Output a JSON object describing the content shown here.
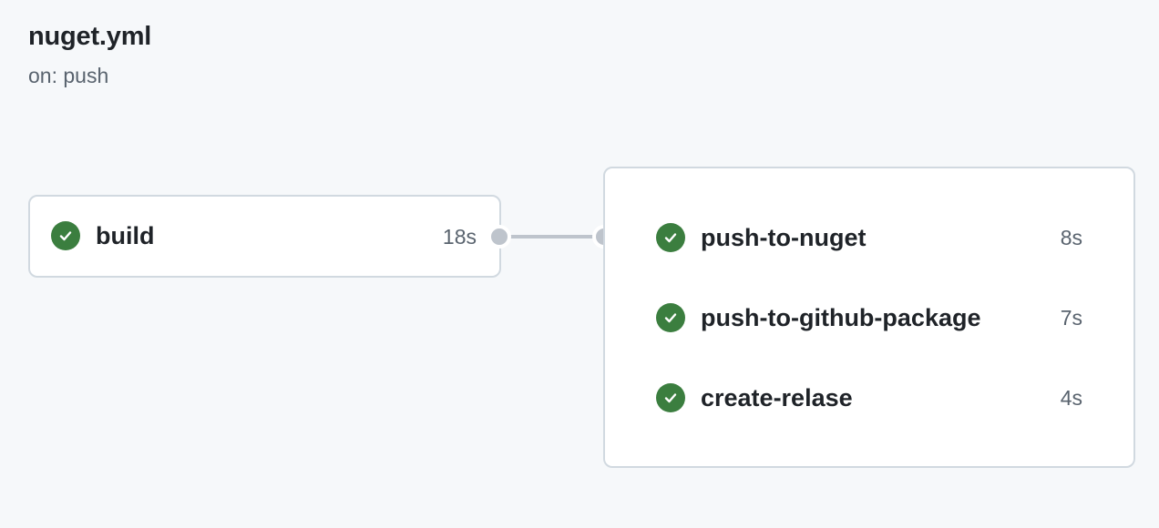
{
  "workflow": {
    "file_name": "nuget.yml",
    "trigger": "on: push"
  },
  "jobs": {
    "build": {
      "name": "build",
      "duration": "18s",
      "status": "success"
    },
    "downstream": [
      {
        "name": "push-to-nuget",
        "duration": "8s",
        "status": "success"
      },
      {
        "name": "push-to-github-package",
        "duration": "7s",
        "status": "success"
      },
      {
        "name": "create-relase",
        "duration": "4s",
        "status": "success"
      }
    ]
  },
  "icons": {
    "status": "check-circle-icon"
  },
  "colors": {
    "success": "#3b7e3f",
    "connector": "#bec4cc",
    "border": "#d1d9e0"
  }
}
